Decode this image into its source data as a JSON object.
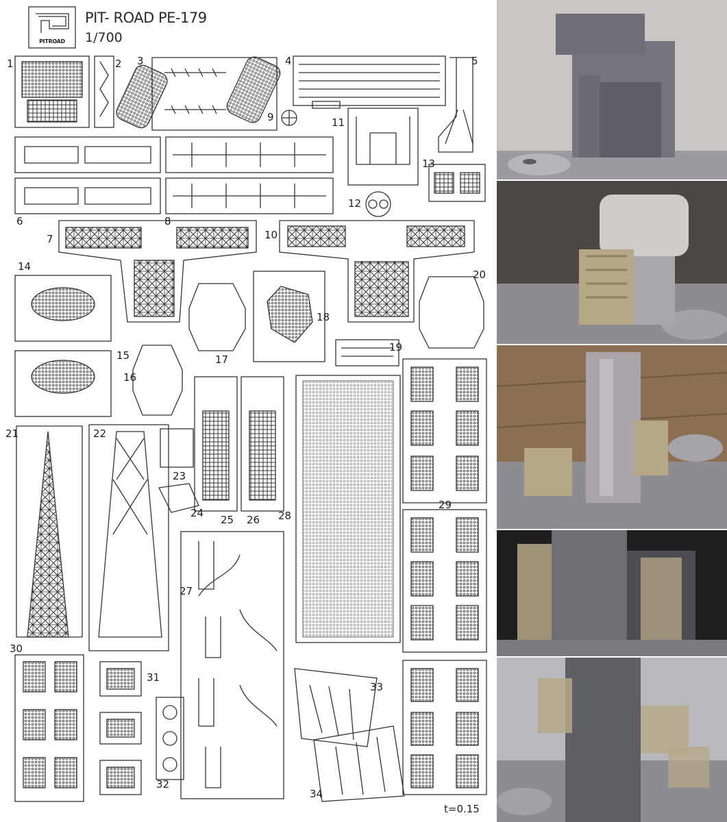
{
  "sheet": {
    "brand": "PIT- ROAD PE-179",
    "scale": "1/700",
    "logo_text": "PITROAD",
    "thickness": "t=0.15",
    "part_numbers": [
      "1",
      "2",
      "3",
      "4",
      "5",
      "6",
      "7",
      "8",
      "9",
      "10",
      "11",
      "12",
      "13",
      "14",
      "15",
      "16",
      "17",
      "18",
      "19",
      "20",
      "21",
      "22",
      "23",
      "24",
      "25",
      "26",
      "27",
      "28",
      "29",
      "30",
      "31",
      "32",
      "33",
      "34"
    ]
  },
  "colors": {
    "line": "#333333",
    "paper": "#ffffff",
    "photo_wall": "#c9c7c4",
    "model_grey": "#8d8c90",
    "brass": "#b6a887",
    "floor": "#8b6f52"
  },
  "icons": [
    "pitroad-logo",
    "photo-etched-part"
  ],
  "photos": [
    "model-photo-1",
    "model-photo-2",
    "model-photo-3",
    "model-photo-4",
    "model-photo-5"
  ]
}
